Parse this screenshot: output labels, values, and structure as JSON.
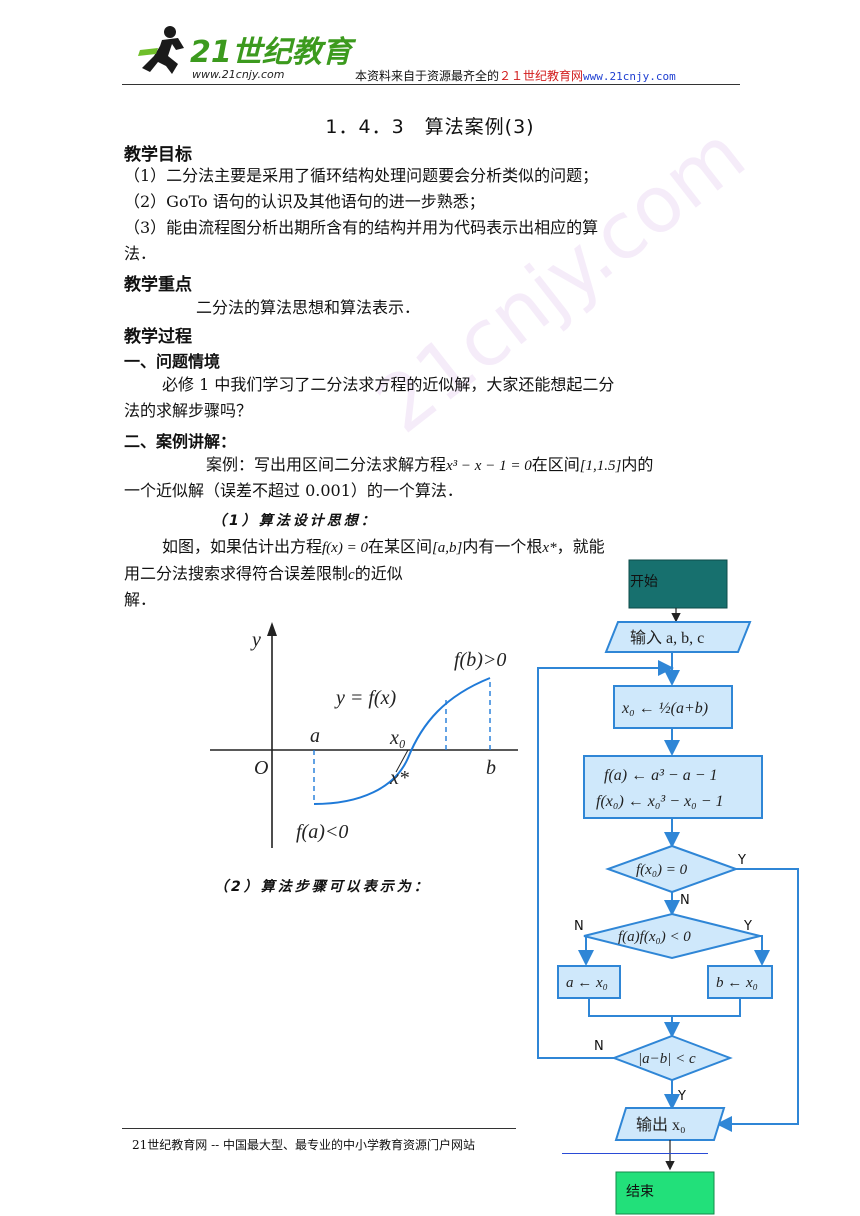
{
  "header": {
    "logo_text": "21世纪教育",
    "logo_url_text": "www.21cnjy.com",
    "note_prefix": "本资料来自于资源最齐全的",
    "note_site": "２１世纪教育网",
    "note_url": "www.21cnjy.com",
    "watermark": "21cnjy.com"
  },
  "title": "1．4．3　算法案例(3)",
  "sections": {
    "goals_heading": "教学目标",
    "goal_1": "（1）二分法主要是采用了循环结构处理问题要会分析类似的问题；",
    "goal_2": "（2）GoTo 语句的认识及其他语句的进一步熟悉；",
    "goal_3a": "（3）能由流程图分析出期所含有的结构并用为代码表示出相应的算",
    "goal_3b": "法．",
    "focus_heading": "教学重点",
    "focus_text": "二分法的算法思想和算法表示．",
    "process_heading": "教学过程",
    "s1_heading": "一、问题情境",
    "s1_text_a": "必修 1 中我们学习了二分法求方程的近似解，大家还能想起二分",
    "s1_text_b": "法的求解步骤吗？",
    "s2_heading": "二、案例讲解：",
    "case_a1": "案例：写出用区间二分法求解方程",
    "case_eq": "x³ − x − 1 = 0",
    "case_a2": "在区间",
    "case_interval": "[1,1.5]",
    "case_a3": "内的",
    "case_b": "一个近似解（误差不超过 0.001）的一个算法．",
    "sub1": "（1）算法设计思想：",
    "para_a1": "如图，如果估计出方程",
    "para_eq": "f(x) = 0",
    "para_a2": "在某区间",
    "para_int": "[a,b]",
    "para_a3": "内有一个根",
    "para_root": "x*",
    "para_a4": "，就能",
    "para_b1": "用二分法搜索求得符合误差限制",
    "para_c": "c",
    "para_b2": "的近似",
    "para_c_line": "解．",
    "sub2": "（2）算法步骤可以表示为："
  },
  "graph": {
    "y_label": "y",
    "origin": "O",
    "a_label": "a",
    "x0_label": "x₀",
    "b_label": "b",
    "xstar_label": "x*",
    "curve_label": "y = f(x)",
    "fb_label": "f(b)>0",
    "fa_label": "f(a)<0"
  },
  "flowchart": {
    "start": "开始",
    "input": "输入 a, b, c",
    "step1": "x₀ ← ½(a+b)",
    "step2a": "f(a) ← a³ − a − 1",
    "step2b": "f(x₀) ← x₀³ − x₀ − 1",
    "cond1": "f(x₀) = 0",
    "cond2": "f(a)f(x₀) < 0",
    "left_assign": "a ← x₀",
    "right_assign": "b ← x₀",
    "cond3": "|a−b| < c",
    "output": "输出 x₀",
    "end": "结束",
    "yes": "Y",
    "no": "N"
  },
  "footer": {
    "text": "21世纪教育网 -- 中国最大型、最专业的中小学教育资源门户网站"
  },
  "colors": {
    "flow_blue": "#2f86d6",
    "flow_fill": "#cfe8fb",
    "start_fill": "#17706e",
    "end_fill": "#22e07a",
    "curve_blue": "#1f7ad8",
    "red": "#d21c1c"
  }
}
